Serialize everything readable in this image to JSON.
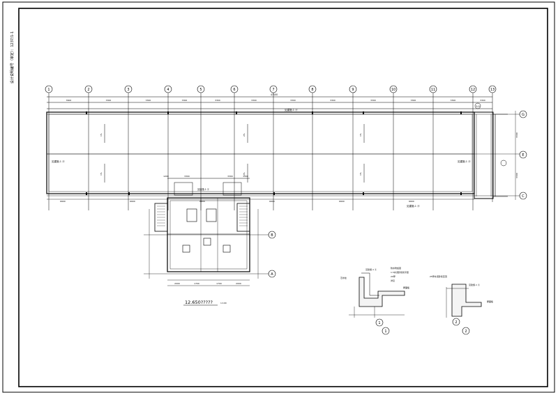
{
  "sheet": {
    "side_note": "设计说明编号（审定）：1237/1-1",
    "view_title": "12.650?????",
    "view_scale": "1:100"
  },
  "grid": {
    "columns": [
      "1",
      "2",
      "3",
      "4",
      "5",
      "6",
      "7",
      "8",
      "9",
      "10",
      "11",
      "12",
      "13"
    ],
    "rows": [
      "G",
      "E",
      "C",
      "B",
      "A"
    ]
  },
  "dims": {
    "top_spans": [
      "3600",
      "3300",
      "3300",
      "3300",
      "3300",
      "3300",
      "3300",
      "3300",
      "3300",
      "3300",
      "3300",
      "3300"
    ],
    "bottom_spans": [
      "6600",
      "6600",
      "6600",
      "6600",
      "6600",
      "6600"
    ],
    "overall_top": "47100",
    "stair_spans": [
      "1200",
      "3300",
      "3300",
      "1200"
    ],
    "right_spans": [
      "3300",
      "3300"
    ],
    "bay_widths": [
      "2000",
      "1700",
      "1700",
      "2000"
    ]
  },
  "annotations": {
    "gutter_label": "3.0",
    "slope_note_1": "1%",
    "slope_note_2": "2%",
    "roof_note_top": "见建施-1 ⓓ",
    "roof_note_left": "见建施-1 ⓓ",
    "roof_note_right": "见建施-1 ⓓ",
    "roof_note_bottom": "见建施-1 ⓓ",
    "stair_note": "见建施-1 ⓓ",
    "detail1_note_a": "防水附加层",
    "detail1_note_b": "1:3水泥砂浆找平层",
    "detail1_note_c": "20厚",
    "detail1_note_d": "详见",
    "detail1_lbl_left": "泛水处",
    "detail1_lbl_right": "屋面板",
    "detail1_tag": "见建施-1 ⓓ",
    "detail2_note": "25厚水泥砂浆压顶",
    "detail2_lbl": "屋面板",
    "detail2_tag": "见建施-1 ⓓ",
    "detail1_num": "1",
    "detail2_num": "2"
  }
}
